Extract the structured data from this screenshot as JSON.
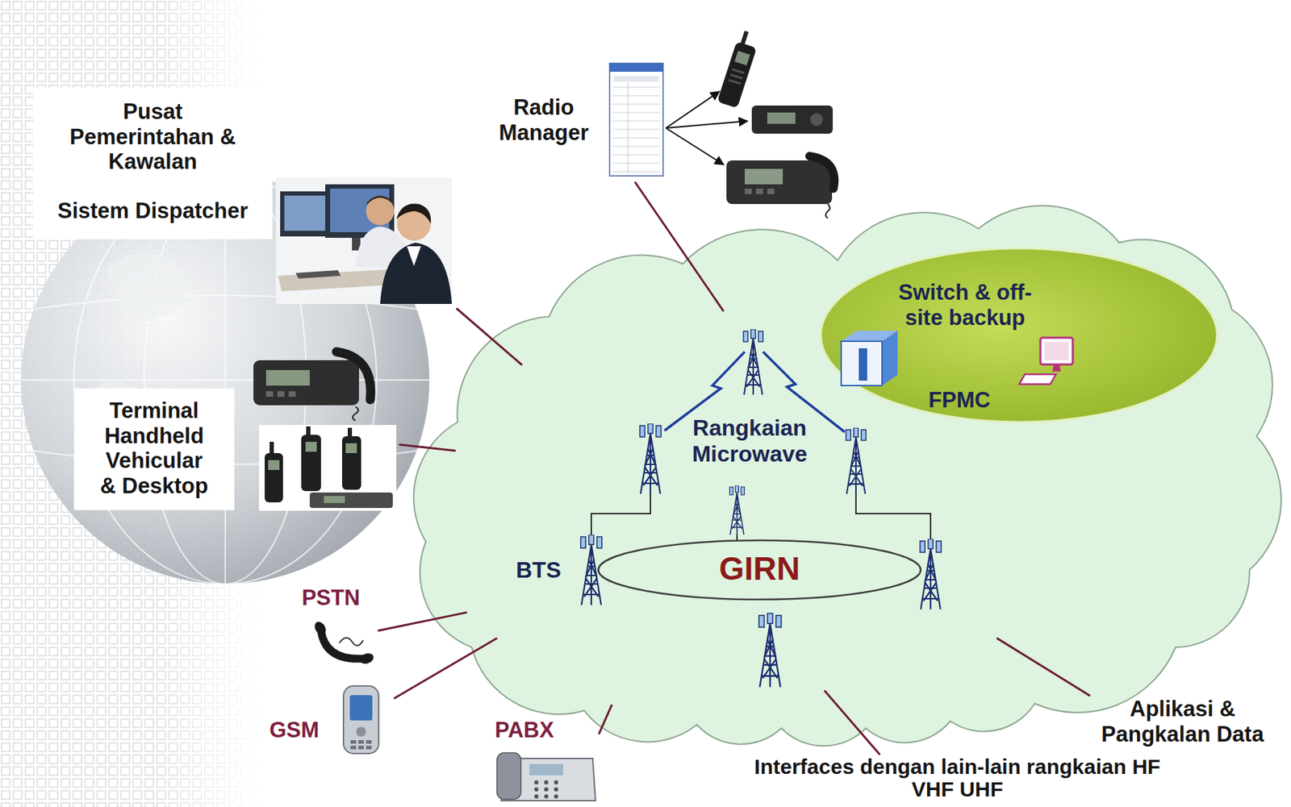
{
  "diagram": {
    "nodes": [
      {
        "text": [
          "Pusat Pemerintahan & Kawalan",
          "Sistem Dispatcher"
        ]
      },
      {
        "text": [
          "Radio Manager"
        ]
      },
      {
        "text": [
          "Terminal Handheld Vehicular & Desktop"
        ]
      },
      {
        "text": [
          "Rangkaian Microwave",
          "BTS"
        ]
      },
      {
        "text": [
          "Switch & off-site backup",
          "FPMC"
        ],
        "in": 3
      },
      {
        "text": [
          "GIRN"
        ],
        "in": 3
      },
      {
        "text": [
          "PSTN"
        ]
      },
      {
        "text": [
          "GSM"
        ]
      },
      {
        "text": [
          "PABX"
        ]
      },
      {
        "text": [
          "Aplikasi & Pangkalan Data"
        ]
      },
      {
        "text": [
          "Interfaces dengan lain-lain rangkaian HF VHF UHF"
        ]
      }
    ],
    "edges": [
      {
        "from": 0,
        "to": 3,
        "arrow": "none"
      },
      {
        "from": 1,
        "to": 3,
        "arrow": "none"
      },
      {
        "from": 2,
        "to": 3,
        "arrow": "none"
      },
      {
        "from": 6,
        "to": 3,
        "arrow": "none"
      },
      {
        "from": 7,
        "to": 3,
        "arrow": "none"
      },
      {
        "from": 8,
        "to": 3,
        "arrow": "none"
      },
      {
        "from": 3,
        "to": 9,
        "arrow": "none"
      },
      {
        "from": 3,
        "to": 10,
        "arrow": "none"
      }
    ]
  }
}
